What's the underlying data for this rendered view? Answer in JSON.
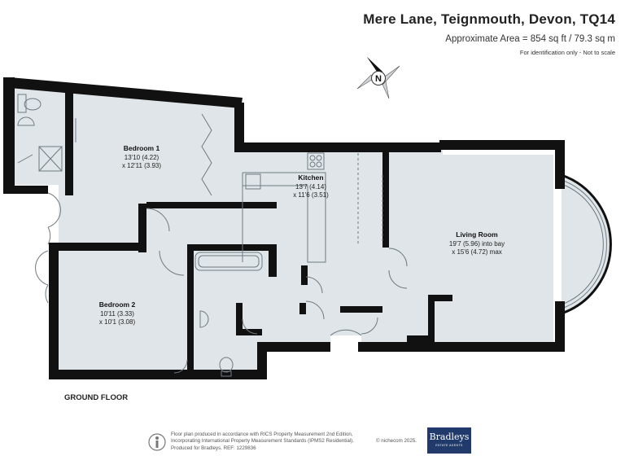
{
  "header": {
    "address": "Mere Lane, Teignmouth, Devon, TQ14",
    "area": "Approximate Area = 854 sq ft / 79.3 sq m",
    "note": "For identification only - Not to scale"
  },
  "compass": {
    "letter": "N"
  },
  "rooms": {
    "bedroom1": {
      "name": "Bedroom 1",
      "dim1": "13'10 (4.22)",
      "dim2": "x 12'11 (3.93)"
    },
    "kitchen": {
      "name": "Kitchen",
      "dim1": "13'7 (4.14)",
      "dim2": "x 11'6 (3.51)"
    },
    "living": {
      "name": "Living Room",
      "dim1": "19'7 (5.96) into bay",
      "dim2": "x 15'6 (4.72) max"
    },
    "bedroom2": {
      "name": "Bedroom 2",
      "dim1": "10'11 (3.33)",
      "dim2": "x 10'1 (3.08)"
    }
  },
  "floor_label": "GROUND FLOOR",
  "footer": {
    "line1": "Floor plan produced in accordance with RICS Property Measurement 2nd Edition,",
    "line2": "Incorporating International Property Measurement Standards (IPMS2 Residential).",
    "line3": "Produced for Bradleys.   REF: 1229836",
    "copyright": "© nichecom 2025."
  },
  "brand": {
    "name": "Bradleys",
    "sub": "ESTATE AGENTS",
    "color": "#1f3a6b"
  },
  "colors": {
    "wall": "#111111",
    "floor": "#dfe5e8",
    "line": "#6f7a82"
  }
}
